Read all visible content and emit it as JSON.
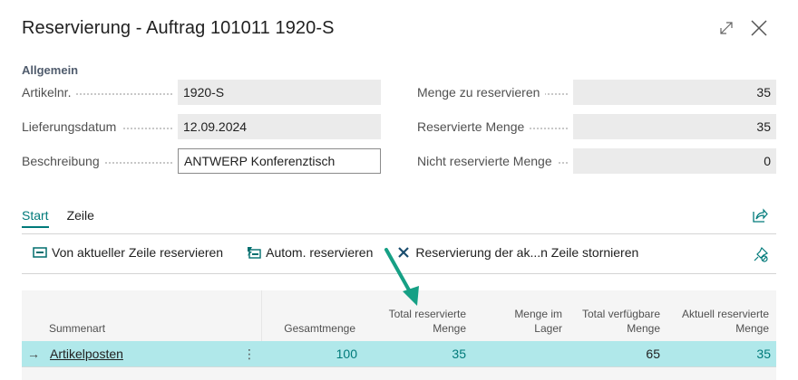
{
  "dialog": {
    "title": "Reservierung - Auftrag 101011 1920-S",
    "expand_icon": "expand-icon",
    "close_icon": "close-icon"
  },
  "general": {
    "section_title": "Allgemein",
    "left_fields": [
      {
        "label": "Artikelnr.",
        "value": "1920-S",
        "editable": false
      },
      {
        "label": "Lieferungsdatum",
        "value": "12.09.2024",
        "editable": false
      },
      {
        "label": "Beschreibung",
        "value": "ANTWERP Konferenztisch",
        "editable": true
      }
    ],
    "right_fields": [
      {
        "label": "Menge zu reservieren",
        "value": "35"
      },
      {
        "label": "Reservierte Menge",
        "value": "35"
      },
      {
        "label": "Nicht reservierte Menge",
        "value": "0"
      }
    ]
  },
  "tabs": [
    {
      "label": "Start",
      "active": true
    },
    {
      "label": "Zeile",
      "active": false
    }
  ],
  "actions": [
    {
      "label": "Von aktueller Zeile reservieren",
      "icon": "reserve-line-icon"
    },
    {
      "label": "Autom. reservieren",
      "icon": "auto-reserve-icon"
    },
    {
      "label": "Reservierung der ak...n Zeile stornieren",
      "icon": "cancel-icon"
    }
  ],
  "side_icons": {
    "share": "share-icon",
    "pin": "unpin-icon"
  },
  "table": {
    "headers": {
      "summenart": "Summenart",
      "gesamtmenge": "Gesamtmenge",
      "total_reserviert_1": "Total reservierte",
      "total_reserviert_2": "Menge",
      "menge_lager_1": "Menge im",
      "menge_lager_2": "Lager",
      "total_verfuegbar_1": "Total verfügbare",
      "total_verfuegbar_2": "Menge",
      "aktuell_reserviert_1": "Aktuell reservierte",
      "aktuell_reserviert_2": "Menge"
    },
    "rows": [
      {
        "row_indicator": "→",
        "summenart": "Artikelposten",
        "gesamtmenge": "100",
        "total_reserviert": "35",
        "menge_lager": "",
        "total_verfuegbar": "65",
        "aktuell_reserviert": "35"
      }
    ]
  },
  "colors": {
    "accent": "#007a7a",
    "selected_row": "#b0e8ea",
    "annotation_arrow": "#16a085",
    "readonly_field": "#ebebeb"
  }
}
